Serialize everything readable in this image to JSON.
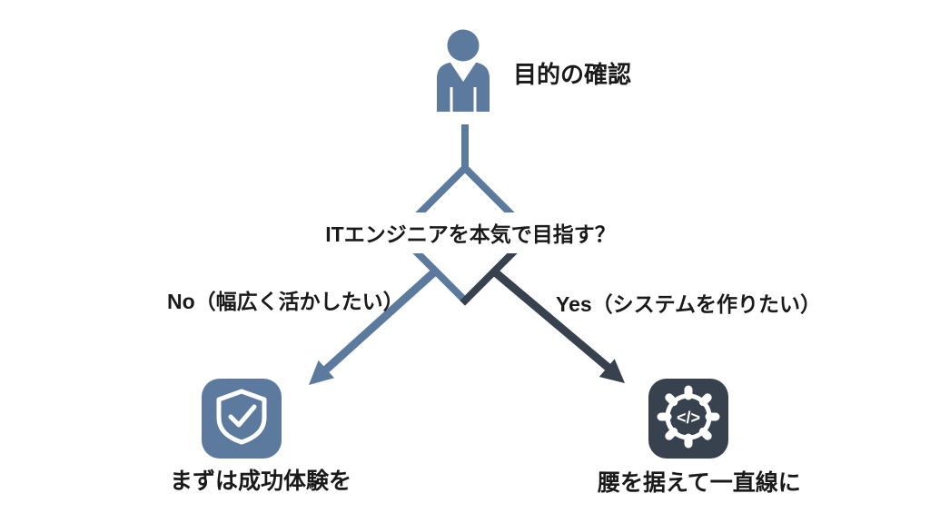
{
  "title": "IT career decision flowchart",
  "colors": {
    "accent_blue": "#5b7a9e",
    "accent_dark": "#37424e",
    "text": "#1a1a1a",
    "background": "#ffffff"
  },
  "flowchart": {
    "start": {
      "icon": "person-icon",
      "label": "目的の確認"
    },
    "decision": {
      "question": "ITエンジニアを本気で目指す？"
    },
    "branches": [
      {
        "answer": "No",
        "label": "No（幅広く活かしたい）",
        "icon": "shield-check-icon",
        "result": "まずは成功体験を",
        "color": "#5b7a9e"
      },
      {
        "answer": "Yes",
        "label": "Yes（システムを作りたい）",
        "icon": "gear-code-icon",
        "result": "腰を据えて一直線に",
        "color": "#37424e"
      }
    ],
    "gear_glyph": "</>"
  }
}
